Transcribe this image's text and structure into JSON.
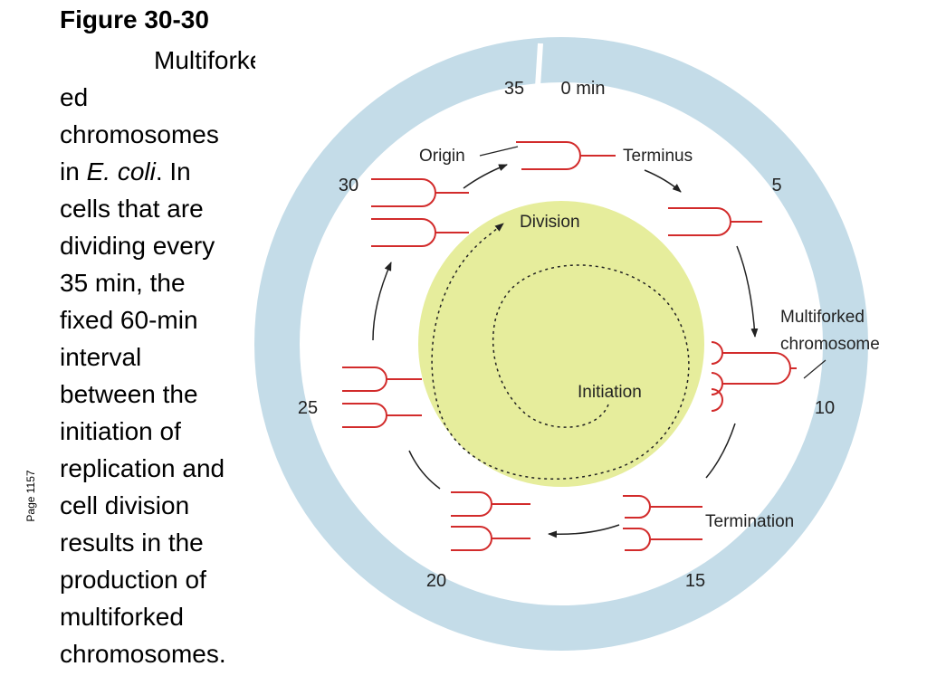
{
  "slide": {
    "figure_title": "Figure 30-30",
    "caption": {
      "line1": "Multiforked",
      "line2": "ed",
      "line3": "chromosomes",
      "italic_prefix": "in ",
      "italic_species": "E. coli",
      "italic_suffix": ". In",
      "rest": [
        "cells that are",
        "dividing every",
        "35 min, the",
        "fixed 60-min",
        "interval",
        "between the",
        "initiation of",
        "replication and",
        "cell division",
        "results in the",
        "production of",
        "multiforked",
        "chromosomes."
      ]
    },
    "page_number": "Page 1157"
  },
  "diagram": {
    "time_labels": {
      "t35": "35",
      "t0": "0 min",
      "t5": "5",
      "t10": "10",
      "t15": "15",
      "t20": "20",
      "t25": "25",
      "t30": "30"
    },
    "labels": {
      "origin": "Origin",
      "terminus": "Terminus",
      "division": "Division",
      "multiforked": "Multiforked",
      "chromosome": "chromosome",
      "initiation": "Initiation",
      "termination": "Termination"
    },
    "colors": {
      "outer_ring": "#c4dce8",
      "inner_disc": "#e6ed9c",
      "chromosome": "#d22b2b",
      "arrow": "#222222"
    }
  }
}
